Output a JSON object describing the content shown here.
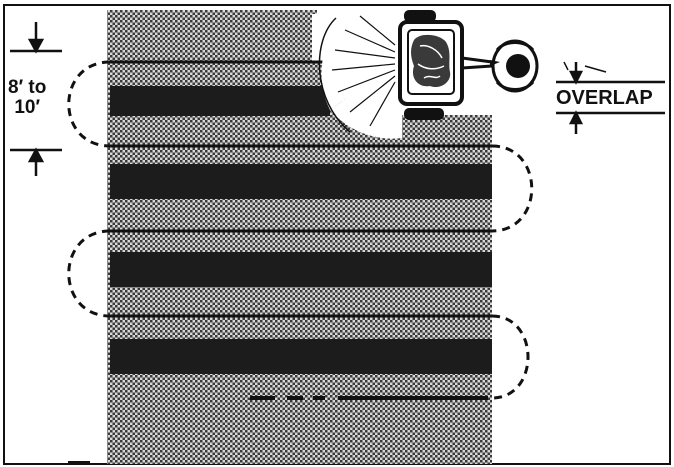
{
  "labels": {
    "row_spacing": "8′ to\n10′",
    "overlap": "OVERLAP"
  },
  "colors": {
    "ink": "#111111",
    "stripe": "#1c1c1c",
    "paper": "#ffffff"
  },
  "icons": {
    "spreader": "spreader-icon",
    "operator": "operator-icon",
    "spray_fan": "spray-fan-icon",
    "overlap_arrows": "dimension-arrow-icon",
    "spacing_arrows": "dimension-arrow-icon"
  },
  "pattern": {
    "rows_covered": 4,
    "path_style": "dashed"
  }
}
